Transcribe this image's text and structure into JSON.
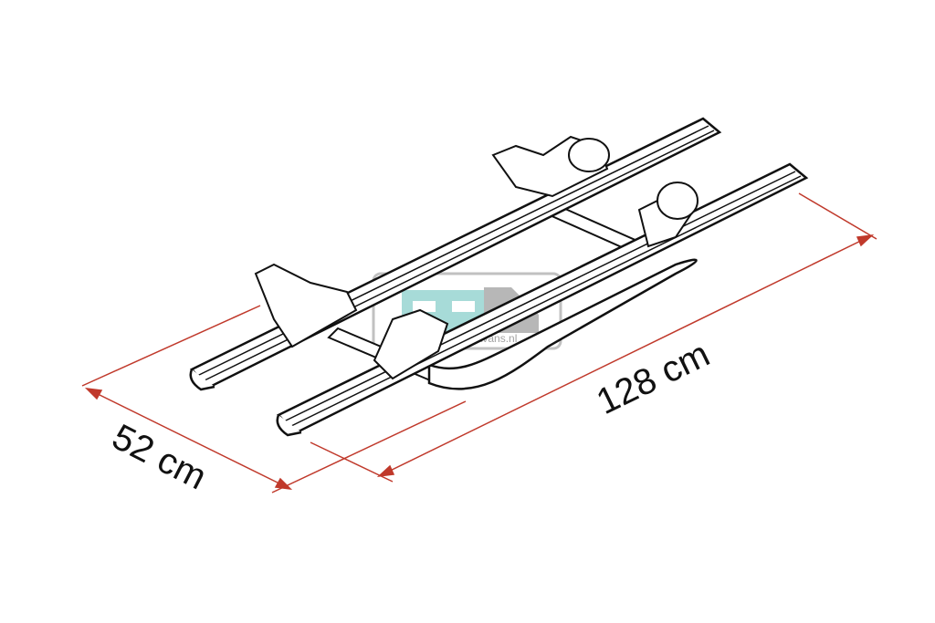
{
  "diagram": {
    "dimensions": [
      {
        "label": "52 cm"
      },
      {
        "label": "128 cm"
      }
    ],
    "watermark": {
      "text": "caravans.nl",
      "colors": {
        "caravan": "#9ed8d4",
        "car": "#b0b0b0"
      }
    },
    "colors": {
      "dimension_line": "#c0392b",
      "outline": "#111111"
    }
  }
}
